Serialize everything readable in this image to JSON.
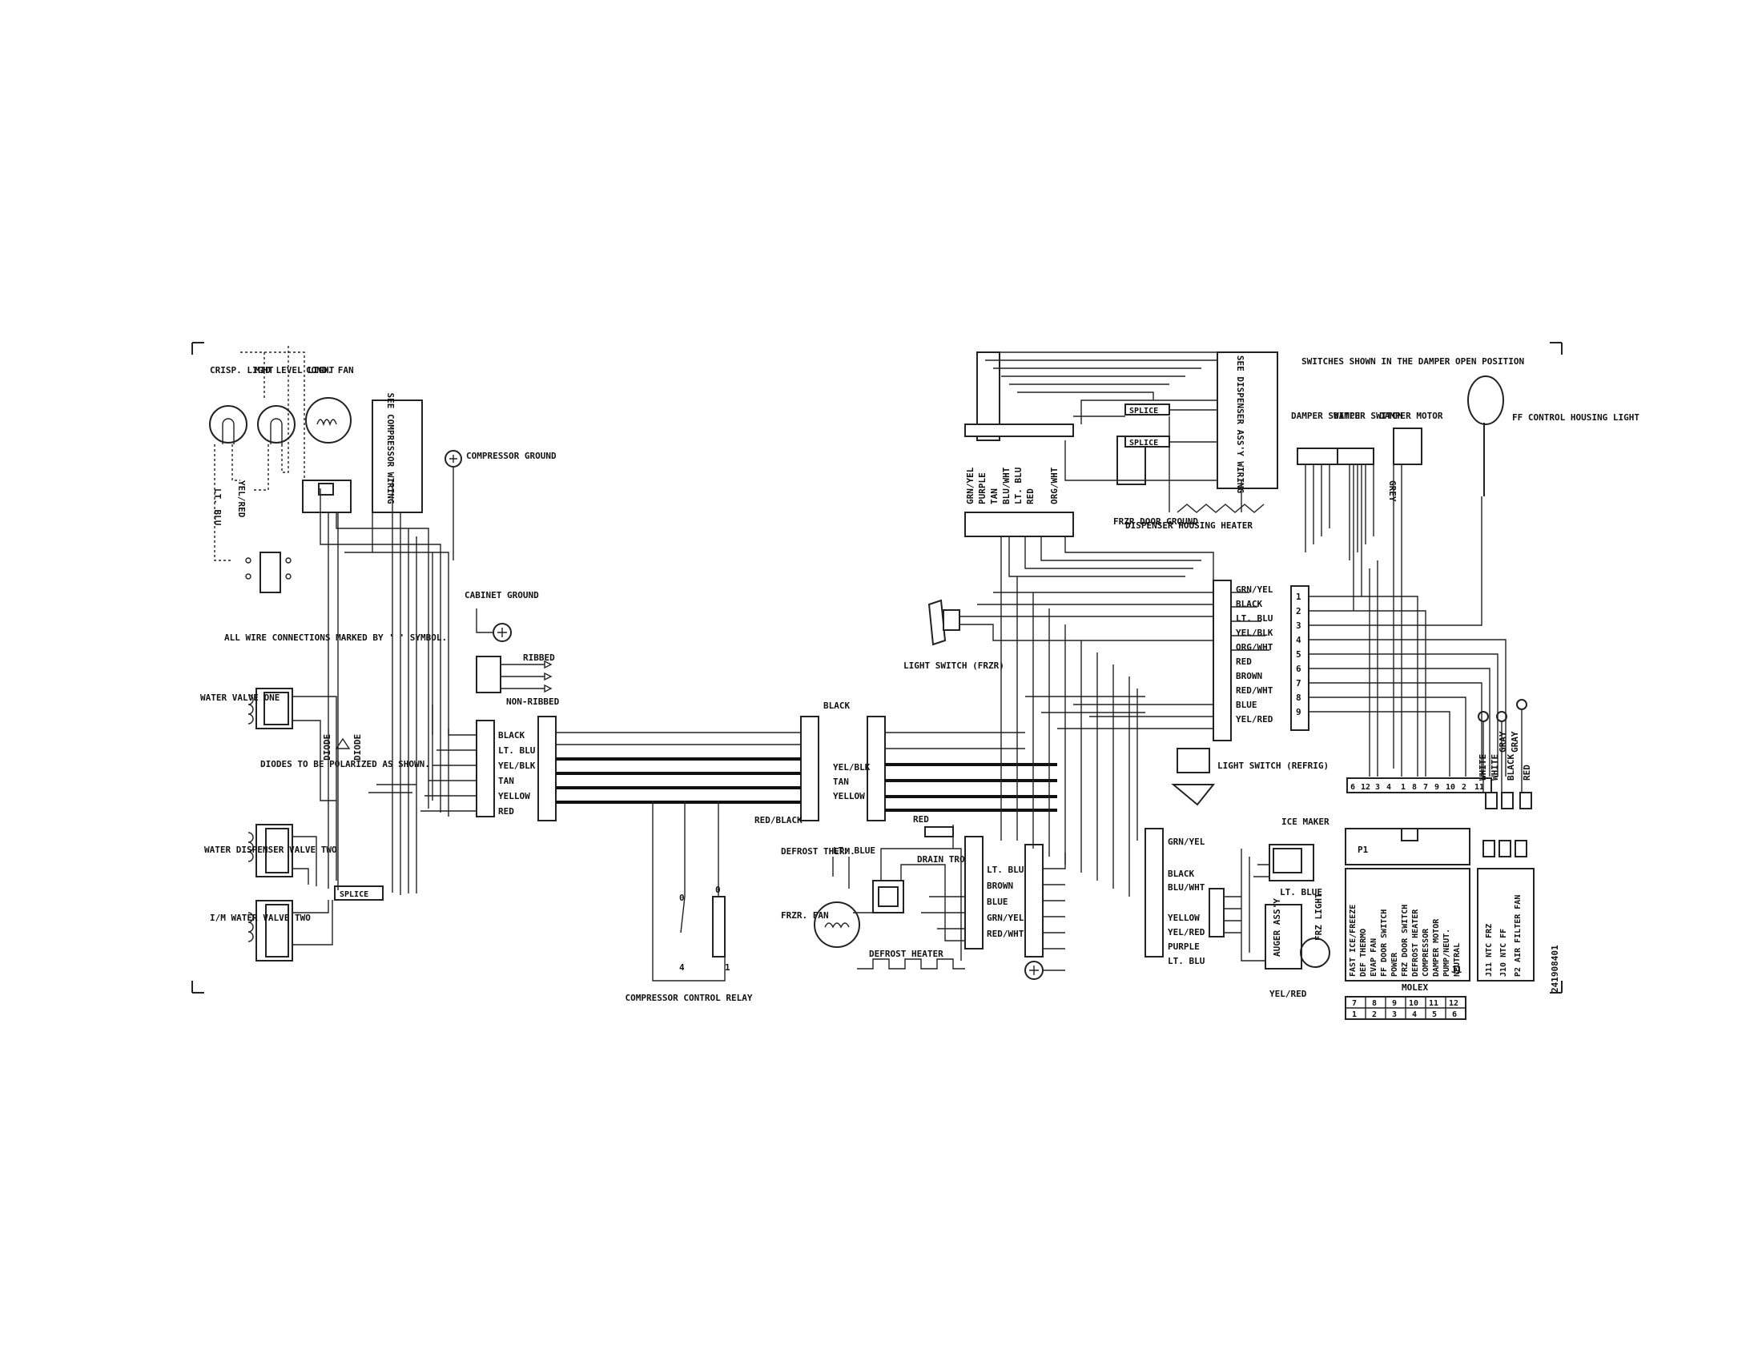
{
  "labels": {
    "crisp_light": "CRISP. LIGHT",
    "mid_level_light": "MID LEVEL LIGHT",
    "cond_fan": "COND. FAN",
    "see_compressor_wiring": "SEE COMPRESSOR WIRING",
    "compressor_ground": "COMPRESSOR GROUND",
    "lt_blu_vertical": "LT. BLU",
    "yel_red_vertical": "YEL/RED",
    "cabinet_ground": "CABINET GROUND",
    "all_wire_connections": "ALL WIRE CONNECTIONS MARKED BY ' ' SYMBOL.",
    "ribbed": "RIBBED",
    "non_ribbed": "NON-RIBBED",
    "water_valve_one": "WATER VALVE ONE",
    "diodes_note": "DIODES TO BE POLARIZED AS SHOWN.",
    "diode": "DIODE",
    "water_dispenser_valve_two": "WATER DISPENSER VALVE TWO",
    "im_water_valve_two": "I/M WATER VALVE TWO",
    "splice": "SPLICE",
    "compressor_control_relay": "COMPRESSOR CONTROL RELAY",
    "black": "BLACK",
    "yel_blk": "YEL/BLK",
    "tan": "TAN",
    "yellow": "YELLOW",
    "red_black": "RED/BLACK",
    "drain_trough": "DRAIN TROUGH",
    "red_short": "RED",
    "defrost_therm": "DEFROST THERM.",
    "lt_blue": "LT. BLUE",
    "frzr_fan": "FRZR. FAN",
    "defrost_heater": "DEFROST HEATER",
    "light_switch_frzr": "LIGHT SWITCH (FRZR)",
    "light_switch_refrig": "LIGHT SWITCH (REFRIG)",
    "frzr_door_ground": "FRZR DOOR GROUND",
    "dispenser_housing_heater": "DISPENSER HOUSING HEATER",
    "see_dispenser_assy_wiring": "SEE DISPENSER ASS'Y WIRING",
    "switches_shown": "SWITCHES SHOWN IN THE DAMPER OPEN POSITION",
    "damper_switch_1": "DAMPER SWITCH",
    "damper_switch_2": "DAMPER SWITCH",
    "damper_motor": "DAMPER MOTOR",
    "grey": "GREY",
    "ff_control_housing_light": "FF CONTROL HOUSING LIGHT",
    "ice_maker": "ICE MAKER",
    "auger_assy": "AUGER ASS'Y",
    "frz_light": "FRZ LIGHT",
    "yel_red": "YEL/RED",
    "p1": "P1",
    "j1": "J1",
    "molex": "MOLEX",
    "part_number": "241908401",
    "white": "WHITE",
    "gray": "GRAY",
    "relay_0": "0",
    "relay_1": "1",
    "relay_4": "4"
  },
  "harness_left": [
    "BLACK",
    "LT. BLU",
    "YEL/BLK",
    "TAN",
    "YELLOW",
    "RED"
  ],
  "harness_defrost": [
    "LT. BLU",
    "BROWN",
    "BLUE",
    "GRN/YEL",
    "RED/WHT"
  ],
  "harness_icemaker": [
    "GRN/YEL",
    "BLACK",
    "BLU/WHT",
    "YELLOW",
    "YEL/RED",
    "PURPLE",
    "LT. BLU"
  ],
  "harness_upper": [
    "GRN/YEL",
    "PURPLE",
    "TAN",
    "BLU/WHT",
    "LT. BLU",
    "RED",
    "ORG/WHT"
  ],
  "harness_right": [
    "GRN/YEL",
    "BLACK",
    "LT. BLU",
    "YEL/BLK",
    "ORG/WHT",
    "RED",
    "BROWN",
    "RED/WHT",
    "BLUE",
    "YEL/RED"
  ],
  "pins_1_9": [
    "1",
    "2",
    "3",
    "4",
    "5",
    "6",
    "7",
    "8",
    "9"
  ],
  "bottom_pins": [
    "6",
    "12",
    "3",
    "4",
    "1",
    "8",
    "7",
    "9",
    "10",
    "2",
    "11"
  ],
  "p1_functions": [
    "FAST ICE/FREEZE",
    "DEF THERMO",
    "EVAP FAN",
    "FF DOOR SWITCH",
    "POWER",
    "FRZ DOOR SWITCH",
    "DEFROST HEATER",
    "COMPRESSOR",
    "DAMPER MOTOR",
    "PUMP/NEUT.",
    "NEUTRAL"
  ],
  "j_labels": [
    "J11 NTC FRZ",
    "J10 NTC FF",
    "P2 AIR FILTER FAN"
  ],
  "molex_top": [
    "7",
    "8",
    "9",
    "10",
    "11",
    "12"
  ],
  "molex_bottom": [
    "1",
    "2",
    "3",
    "4",
    "5",
    "6"
  ]
}
